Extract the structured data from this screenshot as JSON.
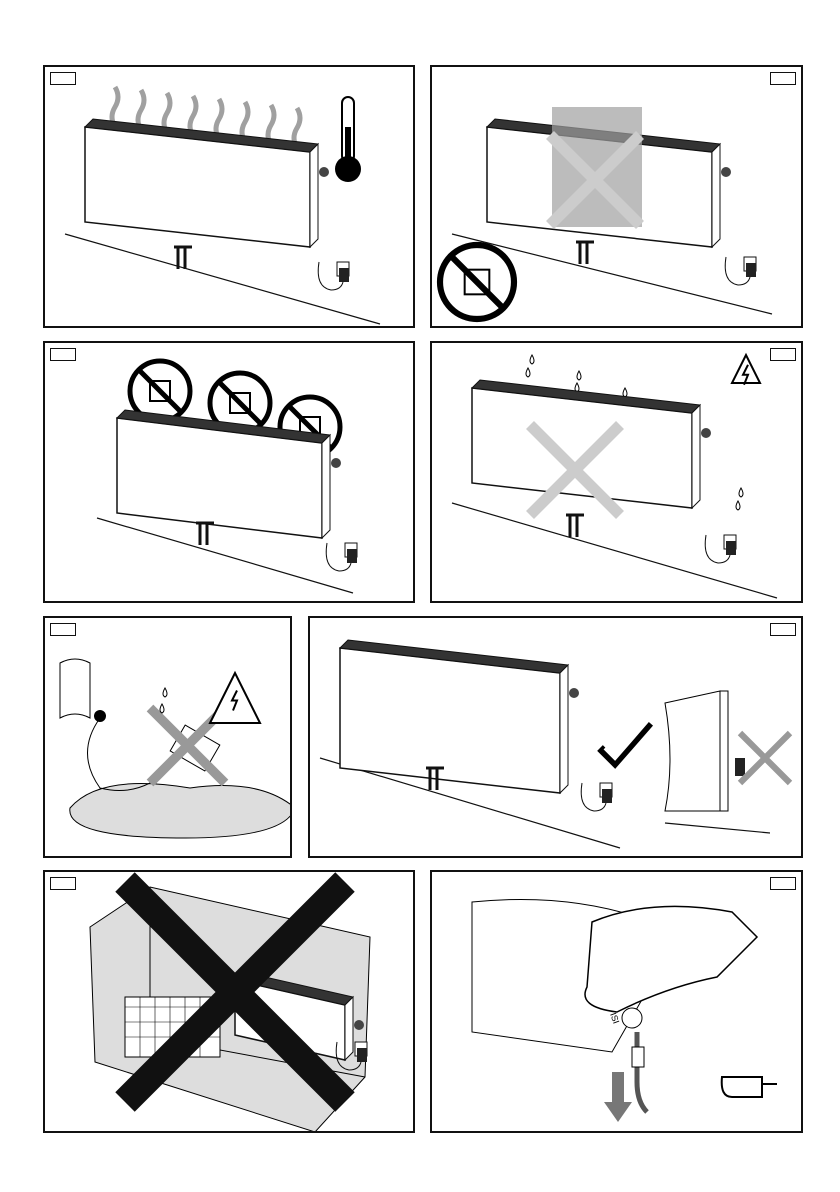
{
  "panels": [
    {
      "id": "heat-output",
      "icons": [
        "heat-waves-icon",
        "thermometer-icon"
      ]
    },
    {
      "id": "do-not-cover",
      "icons": [
        "cross-icon",
        "no-covering-icon"
      ]
    },
    {
      "id": "do-not-climb-sit-load",
      "icons": [
        "no-climbing-icon",
        "no-sitting-icon",
        "no-weight-icon"
      ]
    },
    {
      "id": "no-water-splash",
      "icons": [
        "water-drops-icon",
        "high-voltage-warning-icon",
        "cross-icon"
      ]
    },
    {
      "id": "adapter-not-in-water",
      "icons": [
        "water-drops-icon",
        "high-voltage-warning-icon",
        "cross-icon"
      ]
    },
    {
      "id": "adapter-mounting",
      "icons": [
        "checkmark-icon",
        "cross-icon"
      ]
    },
    {
      "id": "not-in-bathroom",
      "icons": [
        "cross-icon"
      ]
    },
    {
      "id": "disconnect-power",
      "icons": [
        "down-arrow-icon",
        "pointing-hand-icon"
      ],
      "label": "ISI"
    }
  ],
  "colors": {
    "line": "#111111",
    "gray": "#a0a0a0",
    "cross": "#cccccc"
  }
}
